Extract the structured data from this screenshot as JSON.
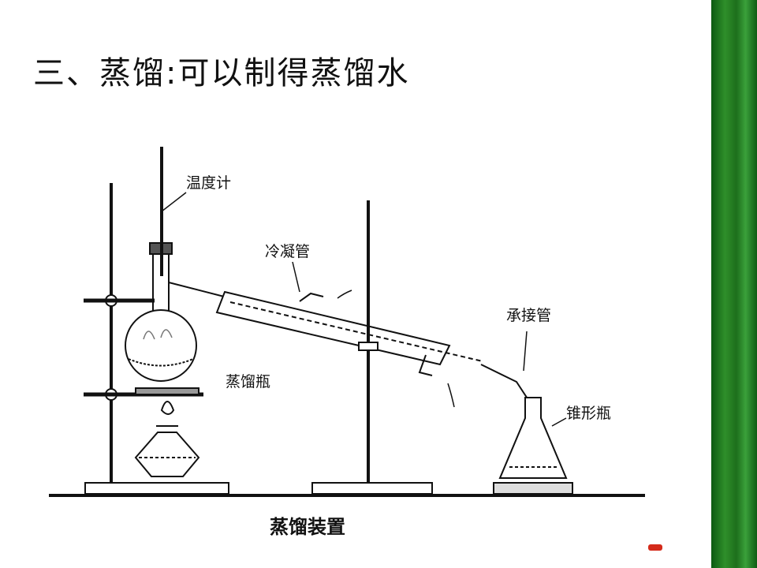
{
  "title": "三、蒸馏:可以制得蒸馏水",
  "labels": {
    "thermometer": "温度计",
    "condenser": "冷凝管",
    "adapter": "承接管",
    "flask": "蒸馏瓶",
    "erlenmeyer": "锥形瓶"
  },
  "caption": "蒸馏装置",
  "colors": {
    "bamboo": "#2f8f2a",
    "accent_mark": "#d42a1a"
  }
}
